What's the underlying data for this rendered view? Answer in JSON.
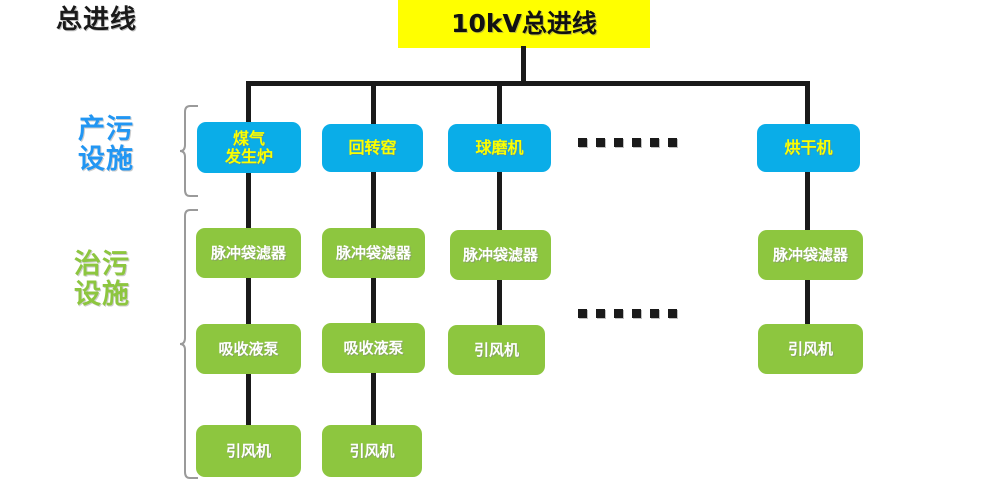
{
  "diagram": {
    "title_main": "总进线",
    "root": {
      "label": "10kV总进线",
      "color": "#ffff00",
      "text_color": "#111111"
    },
    "section_labels": [
      {
        "id": "produce",
        "label": "产污\n设施",
        "color": "#2196f3"
      },
      {
        "id": "treat",
        "label": "治污\n设施",
        "color": "#8dc63f"
      }
    ],
    "palette": {
      "blue": "#0aade8",
      "blue_text": "#fbff00",
      "green": "#8dc63f",
      "green_text": "#ffffff",
      "yellow": "#ffff00",
      "wire": "#1a1a1a",
      "brace": "#9a9a9a"
    },
    "columns": [
      {
        "id": "col-1",
        "source": {
          "label": "煤气\n发生炉"
        },
        "treatment": [
          {
            "label": "脉冲袋滤器"
          },
          {
            "label": "吸收液泵"
          },
          {
            "label": "引风机"
          }
        ]
      },
      {
        "id": "col-2",
        "source": {
          "label": "回转窑"
        },
        "treatment": [
          {
            "label": "脉冲袋滤器"
          },
          {
            "label": "吸收液泵"
          },
          {
            "label": "引风机"
          }
        ]
      },
      {
        "id": "col-3",
        "source": {
          "label": "球磨机"
        },
        "treatment": [
          {
            "label": "脉冲袋滤器"
          },
          {
            "label": "引风机"
          }
        ]
      },
      {
        "id": "col-4",
        "source": {
          "label": "烘干机"
        },
        "treatment": [
          {
            "label": "脉冲袋滤器"
          },
          {
            "label": "引风机"
          }
        ]
      }
    ],
    "ellipsis": [
      {
        "id": "ellipsis-sources",
        "dots": 6
      },
      {
        "id": "ellipsis-treatment",
        "dots": 6
      }
    ]
  }
}
